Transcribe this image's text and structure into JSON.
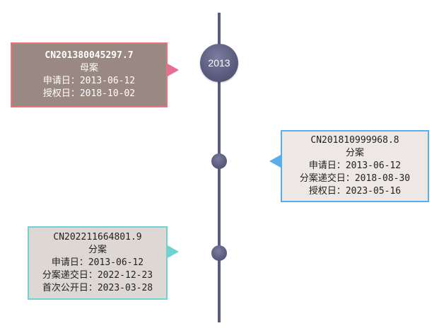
{
  "timeline": {
    "year_label": "2013",
    "colors": {
      "axis": "#5b5d7e",
      "node": "#5a5c7d",
      "card1_border": "#e8737a",
      "card1_pointer": "#e86b9a",
      "card2_border": "#5badeb",
      "card3_border": "#6fd3d6"
    },
    "entries": [
      {
        "number": "CN201380045297.7",
        "type": "母案",
        "application_date": "申请日：2013-06-12",
        "grant_date": "授权日：2018-10-02"
      },
      {
        "number": "CN201810999968.8",
        "type": "分案",
        "application_date": "申请日：2013-06-12",
        "divisional_date": "分案递交日：2018-08-30",
        "grant_date": "授权日：2023-05-16"
      },
      {
        "number": "CN202211664801.9",
        "type": "分案",
        "application_date": "申请日：2013-06-12",
        "divisional_date": "分案递交日：2022-12-23",
        "publication_date": "首次公开日：2023-03-28"
      }
    ]
  }
}
